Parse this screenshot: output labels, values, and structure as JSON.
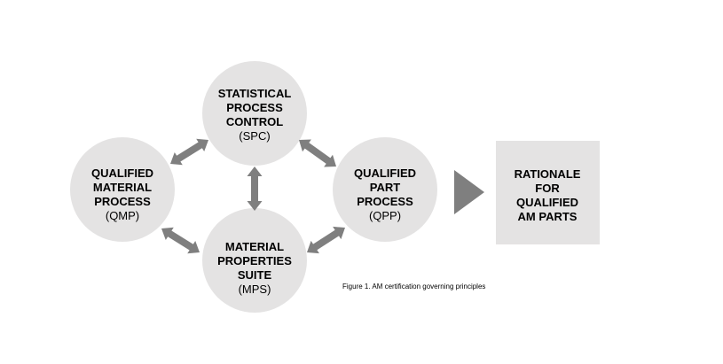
{
  "nodes": {
    "spc": {
      "lines": [
        "STATISTICAL",
        "PROCESS",
        "CONTROL"
      ],
      "abbr": "(SPC)"
    },
    "qmp": {
      "lines": [
        "QUALIFIED",
        "MATERIAL",
        "PROCESS"
      ],
      "abbr": "(QMP)"
    },
    "qpp": {
      "lines": [
        "QUALIFIED",
        "PART",
        "PROCESS"
      ],
      "abbr": "(QPP)"
    },
    "mps": {
      "lines": [
        "MATERIAL",
        "PROPERTIES",
        "SUITE"
      ],
      "abbr": "(MPS)"
    }
  },
  "result": {
    "lines": [
      "RATIONALE",
      "FOR",
      "QUALIFIED",
      "AM PARTS"
    ]
  },
  "caption": "Figure 1. AM certification governing principles",
  "colors": {
    "node_fill": "#e4e3e3",
    "arrow_fill": "#7f7f7f",
    "text": "#000000"
  }
}
